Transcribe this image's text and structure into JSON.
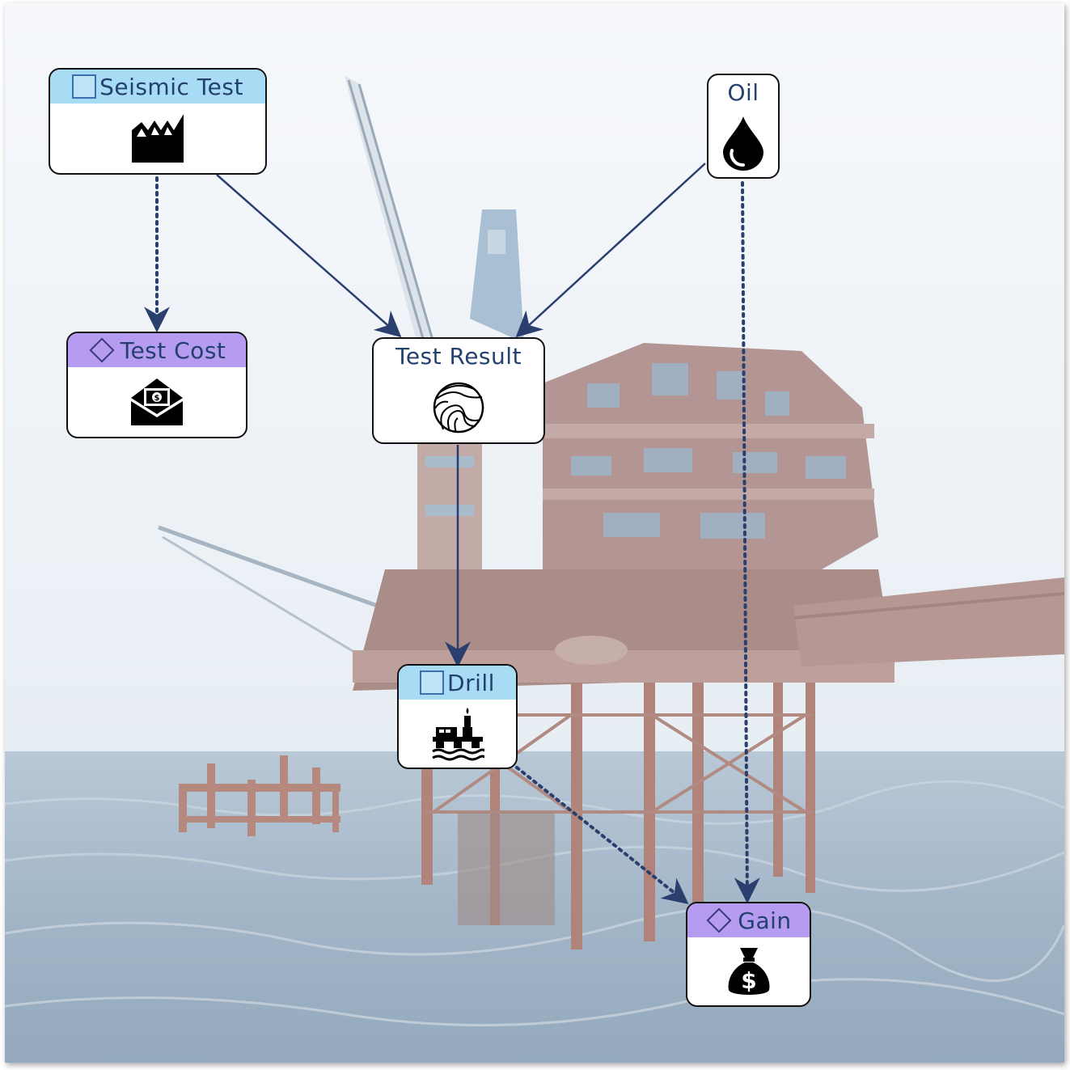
{
  "diagram": {
    "nodes": {
      "seismic_test": {
        "label": "Seismic Test",
        "kind": "decision",
        "icon": "factory-icon",
        "header_color": "#a8dcf5"
      },
      "test_cost": {
        "label": "Test Cost",
        "kind": "utility",
        "icon": "money-envelope-icon",
        "header_color": "#b59cf0"
      },
      "test_result": {
        "label": "Test Result",
        "kind": "chance",
        "icon": "contour-globe-icon"
      },
      "oil": {
        "label": "Oil",
        "kind": "chance",
        "icon": "oil-drop-icon"
      },
      "drill": {
        "label": "Drill",
        "kind": "decision",
        "icon": "oil-platform-icon",
        "header_color": "#a8dcf5"
      },
      "gain": {
        "label": "Gain",
        "kind": "utility",
        "icon": "money-bag-icon",
        "header_color": "#b59cf0"
      }
    },
    "edges": [
      {
        "from": "seismic_test",
        "to": "test_cost",
        "style": "dotted"
      },
      {
        "from": "seismic_test",
        "to": "test_result",
        "style": "solid"
      },
      {
        "from": "oil",
        "to": "test_result",
        "style": "solid"
      },
      {
        "from": "test_result",
        "to": "drill",
        "style": "solid"
      },
      {
        "from": "drill",
        "to": "gain",
        "style": "dotted"
      },
      {
        "from": "oil",
        "to": "gain",
        "style": "dotted"
      }
    ],
    "edge_color": "#2a3f6e"
  }
}
